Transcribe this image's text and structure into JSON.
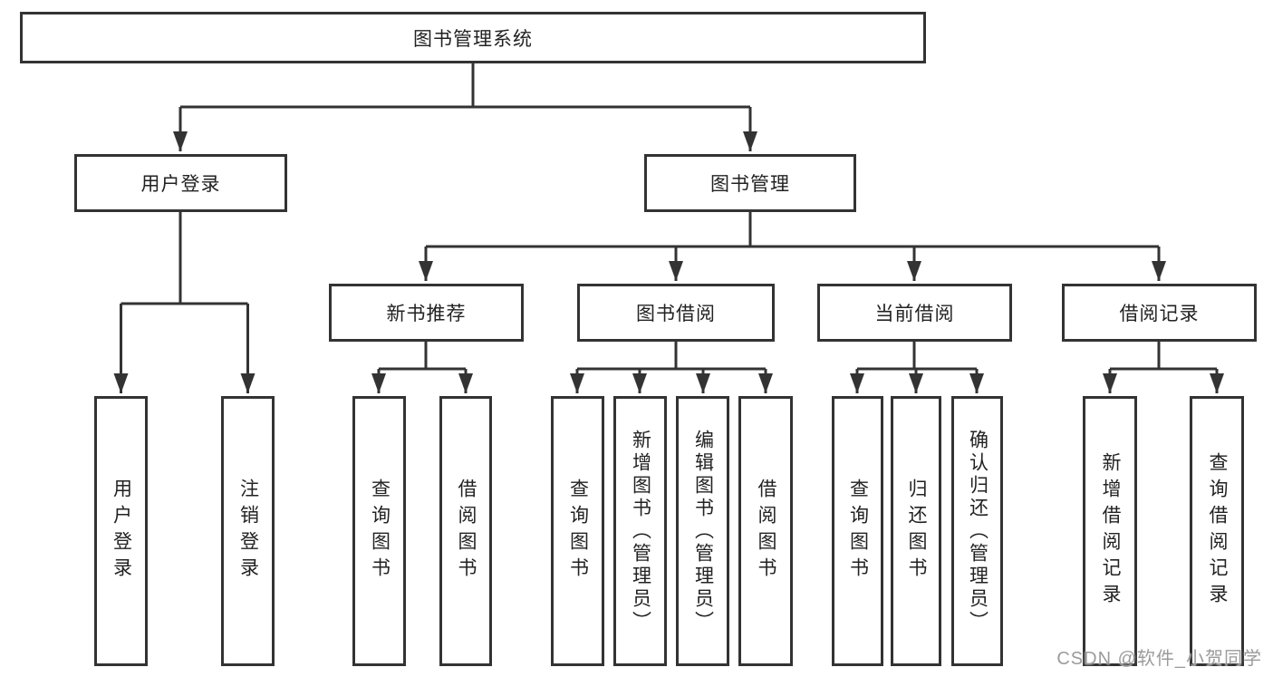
{
  "tree": {
    "root": "图书管理系统",
    "children": [
      {
        "label": "用户登录",
        "children": [
          "用户登录",
          "注销登录"
        ]
      },
      {
        "label": "图书管理",
        "children": [
          {
            "label": "新书推荐",
            "children": [
              "查询图书",
              "借阅图书"
            ]
          },
          {
            "label": "图书借阅",
            "children": [
              "查询图书",
              "新增图书（管理员）",
              "编辑图书（管理员）",
              "借阅图书"
            ]
          },
          {
            "label": "当前借阅",
            "children": [
              "查询图书",
              "归还图书",
              "确认归还（管理员）"
            ]
          },
          {
            "label": "借阅记录",
            "children": [
              "新增借阅记录",
              "查询借阅记录"
            ]
          }
        ]
      }
    ]
  },
  "watermark": "CSDN @软件_小贺同学",
  "colors": {
    "line": "#333333",
    "text": "#222222",
    "watermark": "#9b9b9b",
    "background": "#ffffff"
  }
}
